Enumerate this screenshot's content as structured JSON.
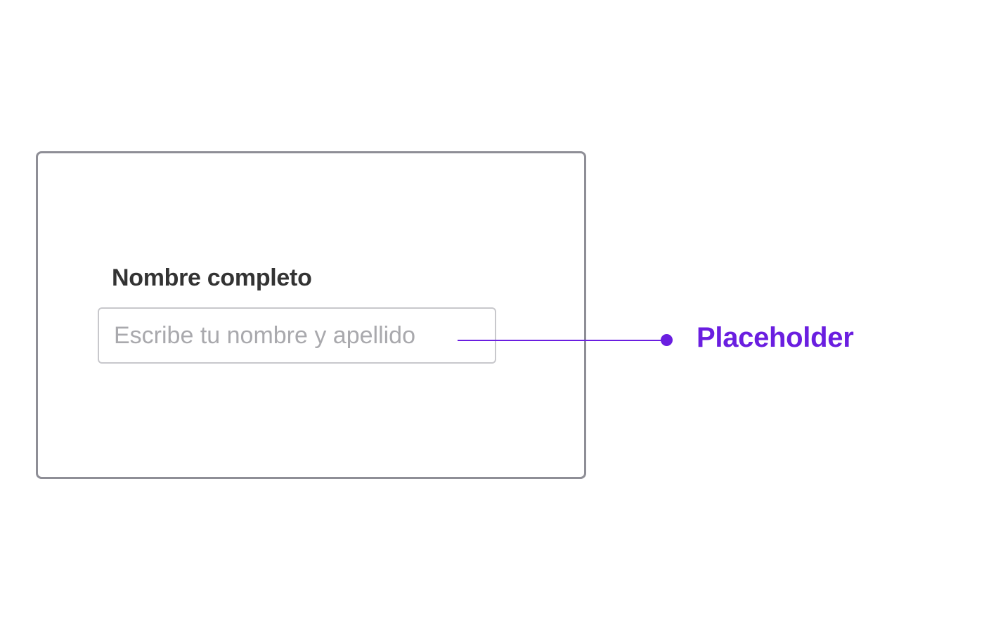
{
  "form": {
    "label": "Nombre completo",
    "input_value": "",
    "input_placeholder": "Escribe tu nombre y apellido"
  },
  "annotation": {
    "label": "Placeholder"
  },
  "colors": {
    "accent": "#6a1ee0",
    "frame_border": "#8e8e96",
    "input_border": "#c8c8cc",
    "label_text": "#333333",
    "placeholder_text": "#a9a9ad"
  }
}
